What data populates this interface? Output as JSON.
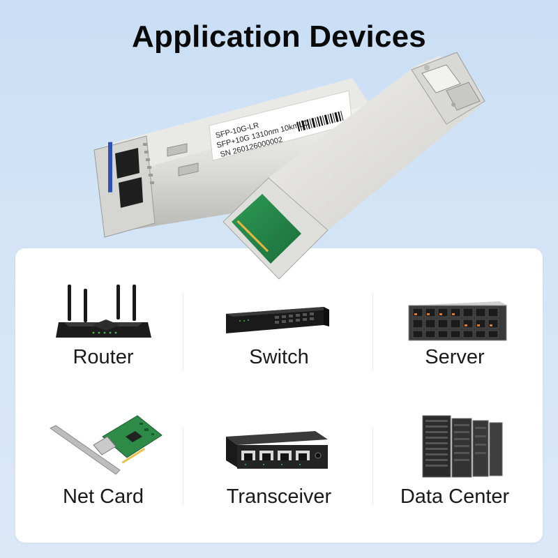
{
  "title": "Application Devices",
  "module": {
    "label_line1": "SFP-10G-LR",
    "label_line2": "SFP+10G 1310nm 10kmLC",
    "label_line3": "SN 260126000002"
  },
  "devices": [
    {
      "label": "Router",
      "icon": "router-icon"
    },
    {
      "label": "Switch",
      "icon": "switch-icon"
    },
    {
      "label": "Server",
      "icon": "server-icon"
    },
    {
      "label": "Net Card",
      "icon": "network-card-icon"
    },
    {
      "label": "Transceiver",
      "icon": "media-converter-icon"
    },
    {
      "label": "Data Center",
      "icon": "server-rack-icon"
    }
  ]
}
